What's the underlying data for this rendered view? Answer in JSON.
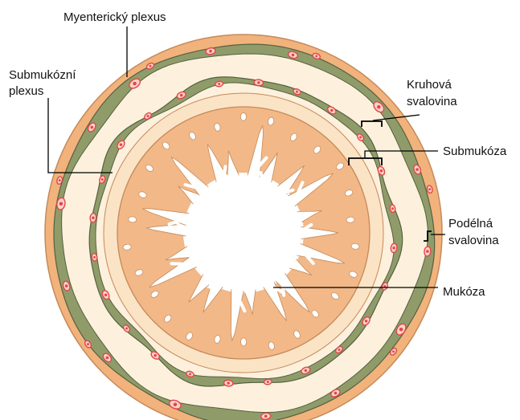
{
  "labels": {
    "myenteric_plexus": "Myenterický plexus",
    "submucosal_plexus_line1": "Submukózní",
    "submucosal_plexus_line2": "plexus",
    "circular_muscle_line1": "Kruhová",
    "circular_muscle_line2": "svalovina",
    "submucosa": "Submukóza",
    "longitudinal_muscle_line1": "Podélná",
    "longitudinal_muscle_line2": "svalovina",
    "mucosa": "Mukóza"
  },
  "colors": {
    "serosa": "#f2b27c",
    "longitudinal_muscle": "#fdf1dd",
    "plexus_band": "#8f9c6a",
    "plexus_band_dark": "#556040",
    "circular_muscle": "#fdf0dc",
    "submucosa": "#fbe3c6",
    "mucosa": "#f2b888",
    "lumen": "#ffffff",
    "ganglion": "#e04848",
    "ganglion_light": "#fbd0c8",
    "outline": "#c48a5a"
  }
}
